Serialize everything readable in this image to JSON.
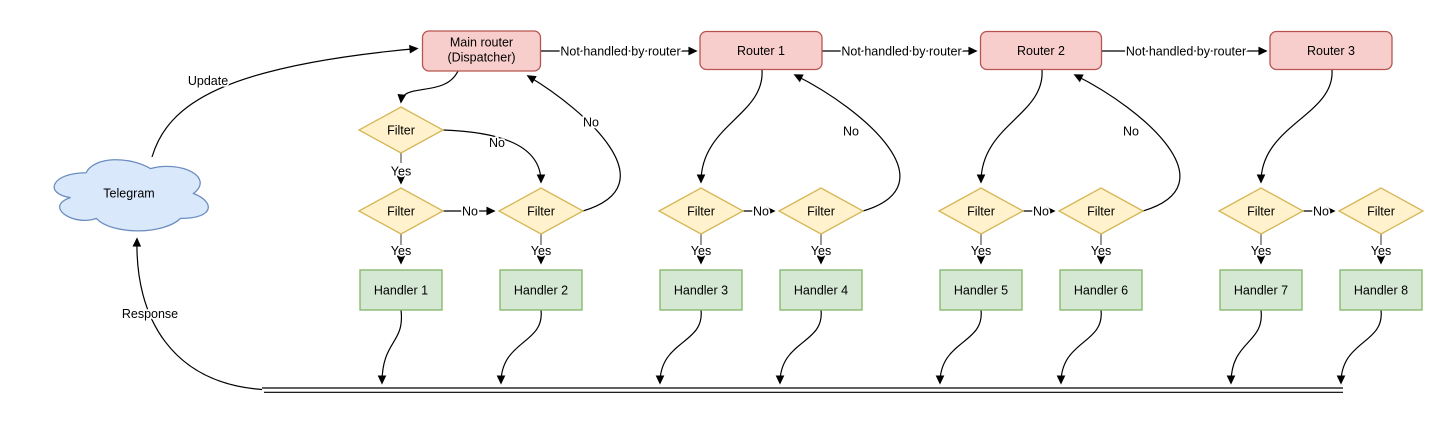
{
  "colors": {
    "router_fill": "#f8cecc",
    "router_stroke": "#b85450",
    "filter_fill": "#fff2cc",
    "filter_stroke": "#d6b656",
    "handler_fill": "#d5e8d4",
    "handler_stroke": "#82b366",
    "cloud_fill": "#dae8fc",
    "cloud_stroke": "#6c8ebf",
    "edge_color": "#000000",
    "stub_color": "#8f8f8f"
  },
  "nodes": {
    "telegram": "Telegram",
    "main_router_line1": "Main router",
    "main_router_line2": "(Dispatcher)",
    "routers": [
      "Router 1",
      "Router 2",
      "Router 3"
    ],
    "filter": "Filter",
    "handlers": [
      "Handler 1",
      "Handler 2",
      "Handler 3",
      "Handler 4",
      "Handler 5",
      "Handler 6",
      "Handler 7",
      "Handler 8"
    ]
  },
  "edge_labels": {
    "update": "Update",
    "response": "Response",
    "yes": "Yes",
    "no": "No",
    "not_handled": "Not handled by router"
  }
}
